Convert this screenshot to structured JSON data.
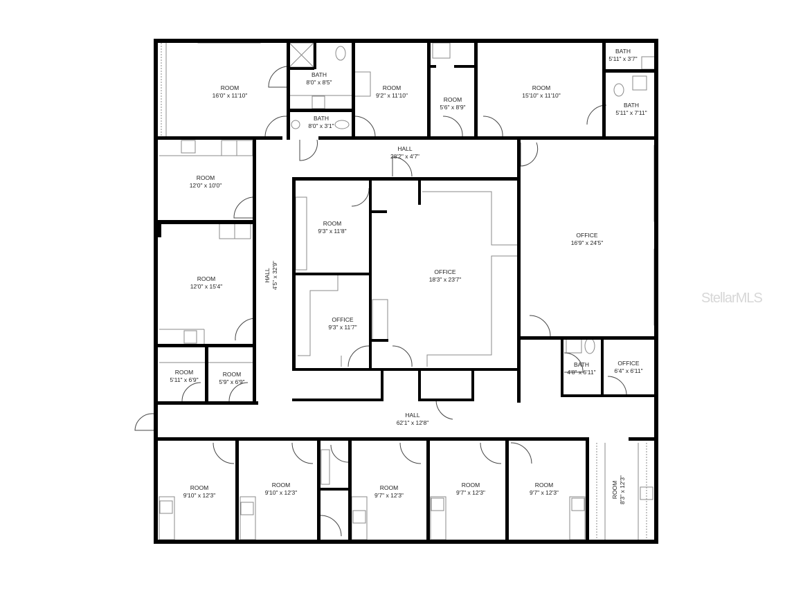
{
  "watermark": "StellarMLS",
  "colors": {
    "wall": "#000000",
    "fixture": "#888888",
    "background": "#ffffff",
    "text": "#222222"
  },
  "rooms": [
    {
      "id": "room-top-left",
      "name": "ROOM",
      "dims": "16'0\" x 11'10\""
    },
    {
      "id": "bath-top-1",
      "name": "BATH",
      "dims": "8'0\" x 8'5\""
    },
    {
      "id": "bath-top-2",
      "name": "BATH",
      "dims": "8'0\" x 3'1\""
    },
    {
      "id": "room-top-2",
      "name": "ROOM",
      "dims": "9'2\" x 11'10\""
    },
    {
      "id": "room-top-3",
      "name": "ROOM",
      "dims": "5'6\" x 8'9\""
    },
    {
      "id": "room-top-4",
      "name": "ROOM",
      "dims": "15'10\" x 11'10\""
    },
    {
      "id": "bath-top-right-1",
      "name": "BATH",
      "dims": "5'11\" x 3'7\""
    },
    {
      "id": "bath-top-right-2",
      "name": "BATH",
      "dims": "5'11\" x 7'11\""
    },
    {
      "id": "hall-top",
      "name": "HALL",
      "dims": "28'2\" x 4'7\""
    },
    {
      "id": "room-left-1",
      "name": "ROOM",
      "dims": "12'0\" x 10'0\""
    },
    {
      "id": "room-left-2",
      "name": "ROOM",
      "dims": "12'0\" x 15'4\""
    },
    {
      "id": "hall-left",
      "name": "HALL",
      "dims": "4'5\" x 32'9\""
    },
    {
      "id": "room-center-1",
      "name": "ROOM",
      "dims": "9'3\" x 11'8\""
    },
    {
      "id": "office-center-small",
      "name": "OFFICE",
      "dims": "9'3\" x 11'7\""
    },
    {
      "id": "office-center-large",
      "name": "OFFICE",
      "dims": "18'3\" x 23'7\""
    },
    {
      "id": "office-right",
      "name": "OFFICE",
      "dims": "16'9\" x 24'5\""
    },
    {
      "id": "bath-right",
      "name": "BATH",
      "dims": "4'8\" x 6'11\""
    },
    {
      "id": "office-right-small",
      "name": "OFFICE",
      "dims": "6'4\" x 6'11\""
    },
    {
      "id": "room-small-1",
      "name": "ROOM",
      "dims": "5'11\" x 6'9\""
    },
    {
      "id": "room-small-2",
      "name": "ROOM",
      "dims": "5'9\" x 6'9\""
    },
    {
      "id": "hall-main",
      "name": "HALL",
      "dims": "62'1\" x 12'8\""
    },
    {
      "id": "room-bottom-1",
      "name": "ROOM",
      "dims": "9'10\" x 12'3\""
    },
    {
      "id": "room-bottom-2",
      "name": "ROOM",
      "dims": "9'10\" x 12'3\""
    },
    {
      "id": "room-bottom-3",
      "name": "ROOM",
      "dims": "9'7\" x 12'3\""
    },
    {
      "id": "room-bottom-4",
      "name": "ROOM",
      "dims": "9'7\" x 12'3\""
    },
    {
      "id": "room-bottom-5",
      "name": "ROOM",
      "dims": "9'7\" x 12'3\""
    },
    {
      "id": "room-bottom-6",
      "name": "ROOM",
      "dims": "8'3\" x 12'3\""
    }
  ]
}
